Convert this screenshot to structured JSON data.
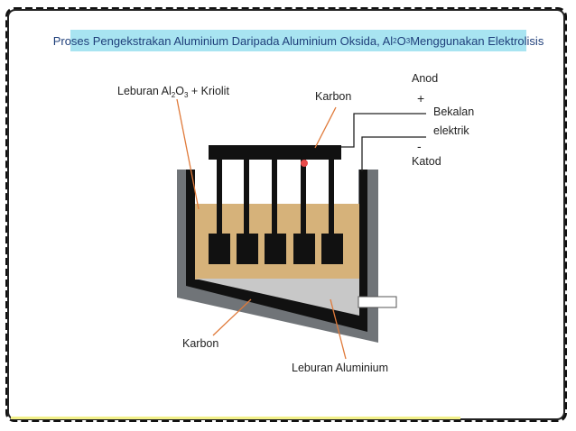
{
  "title": {
    "part1": "Proses Pengekstrakan Aluminium Daripada Aluminium Oksida, Al",
    "sub1": "2",
    "part2": "O",
    "sub2": "3",
    "part3": " Menggunakan Elektrolisis"
  },
  "labels": {
    "molten_mix": {
      "part1": "Leburan Al",
      "sub1": "2",
      "part2": "O",
      "sub2": "3",
      "part3": " + Kriolit"
    },
    "carbon_anode": "Karbon",
    "anode": "Anod",
    "plus_sign": "+",
    "supply_line1": "Bekalan",
    "supply_line2": "elektrik",
    "minus_sign": "-",
    "cathode": "Katod",
    "carbon_lining": "Karbon",
    "molten_aluminium": "Leburan Aluminium"
  },
  "colors": {
    "title_bg": "#a8e4f1",
    "title_text": "#1f3f7a",
    "electrolyte": "#d6b27a",
    "tank_outer": "#707478",
    "carbon": "#111111",
    "molten_aluminium": "#c8c8c8",
    "leader_line": "#e07a3a"
  }
}
